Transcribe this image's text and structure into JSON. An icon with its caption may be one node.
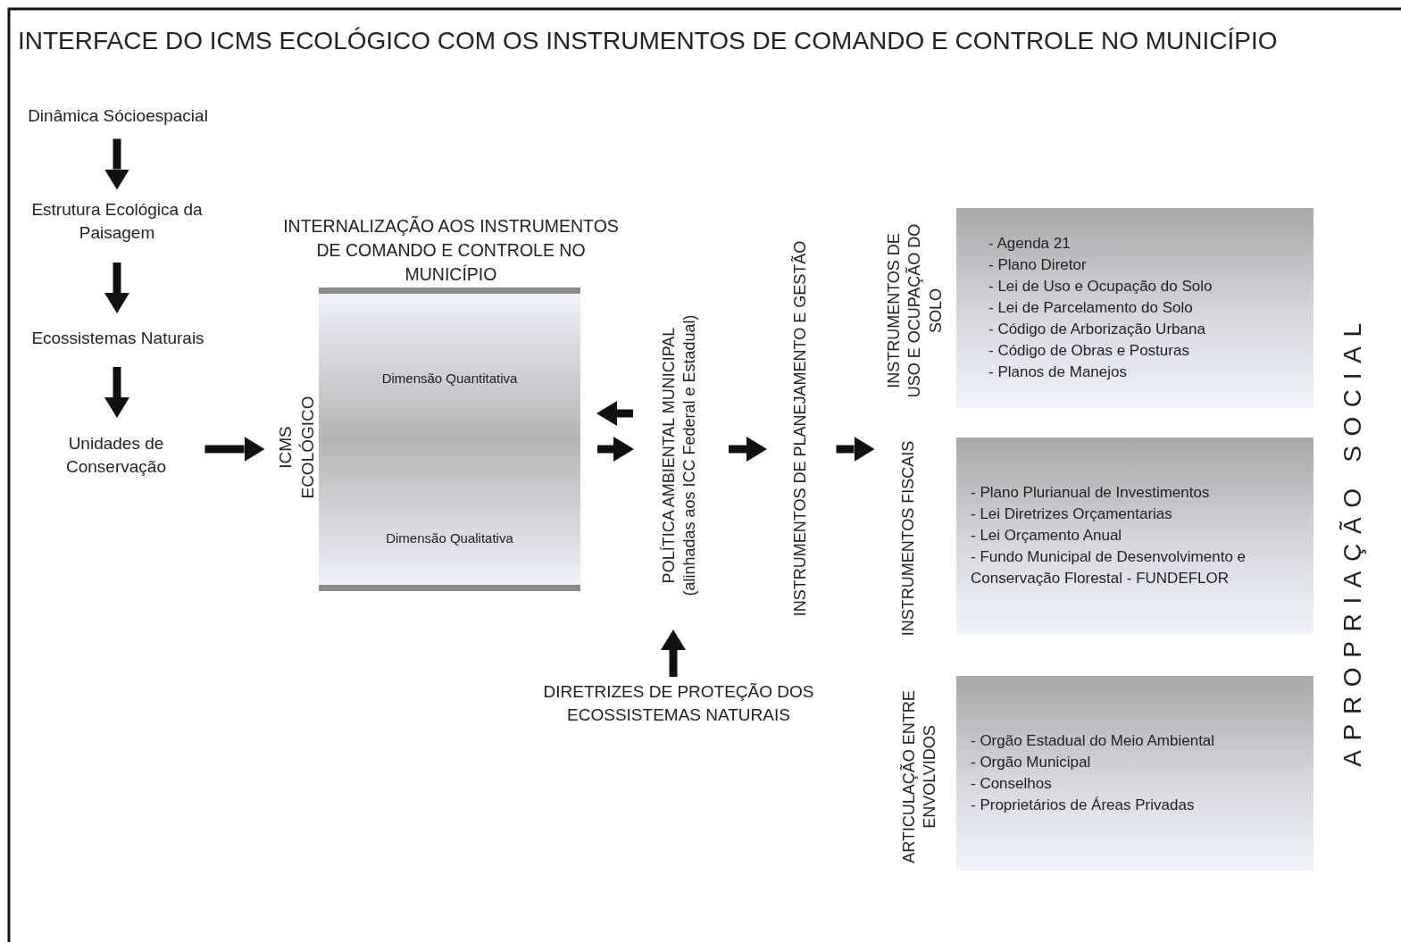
{
  "diagram": {
    "title": "INTERFACE DO ICMS ECOLÓGICO COM OS INSTRUMENTOS DE COMANDO E CONTROLE NO MUNICÍPIO",
    "nodes": [
      {
        "text": [
          "Dinâmica Sócioespacial"
        ]
      },
      {
        "text": [
          "Estrutura Ecológica da Paisagem"
        ]
      },
      {
        "text": [
          "Ecossistemas Naturais"
        ]
      },
      {
        "text": [
          "Unidades de Conservação"
        ]
      },
      {
        "text": [
          "ICMS ECOLÓGICO"
        ]
      },
      {
        "text": [
          "INTERNALIZAÇÃO AOS INSTRUMENTOS DE COMANDO E CONTROLE NO MUNICÍPIO",
          "Dimensão Quantitativa",
          "Dimensão Qualitativa"
        ]
      },
      {
        "text": [
          "POLÍTICA AMBIENTAL MUNICIPAL",
          "(alinhadas aos ICC Federal e Estadual)"
        ]
      },
      {
        "text": [
          "DIRETRIZES DE PROTEÇÃO DOS ECOSSISTEMAS NATURAIS"
        ]
      },
      {
        "text": [
          "INSTRUMENTOS DE PLANEJAMENTO E GESTÃO"
        ]
      },
      {
        "text": [
          "INSTRUMENTOS DE USO E OCUPAÇÃO DO SOLO",
          "- Agenda 21",
          "- Plano Diretor",
          "- Lei de Uso e Ocupação do Solo",
          "- Lei de Parcelamento do Solo",
          "- Código de Arborização Urbana",
          "- Código de Obras e Posturas",
          "- Planos de Manejos"
        ]
      },
      {
        "text": [
          "INSTRUMENTOS FISCAIS",
          "- Plano Plurianual de Investimentos",
          "- Lei Diretrizes Orçamentarias",
          "- Lei Orçamento Anual",
          "- Fundo Municipal de Desenvolvimento e Conservação Florestal - FUNDEFLOR"
        ]
      },
      {
        "text": [
          "ARTICULAÇÃO ENTRE ENVOLVIDOS",
          "- Orgão Estadual do Meio Ambiental",
          "- Orgão Municipal",
          "- Conselhos",
          "- Proprietários de Áreas Privadas"
        ]
      }
    ],
    "edges": [
      {
        "from": 0,
        "to": 1,
        "arrow": "to"
      },
      {
        "from": 1,
        "to": 2,
        "arrow": "to"
      },
      {
        "from": 2,
        "to": 3,
        "arrow": "to"
      },
      {
        "from": 3,
        "to": 4,
        "arrow": "to"
      },
      {
        "from": 6,
        "to": 5,
        "arrow": "to"
      },
      {
        "from": 5,
        "to": 6,
        "arrow": "to"
      },
      {
        "from": 7,
        "to": 6,
        "arrow": "to"
      },
      {
        "from": 6,
        "to": 8,
        "arrow": "to"
      },
      {
        "from": 8,
        "to": 10,
        "arrow": "to"
      }
    ],
    "labels": [
      "APROPRIAÇÃO SOCIAL"
    ]
  }
}
